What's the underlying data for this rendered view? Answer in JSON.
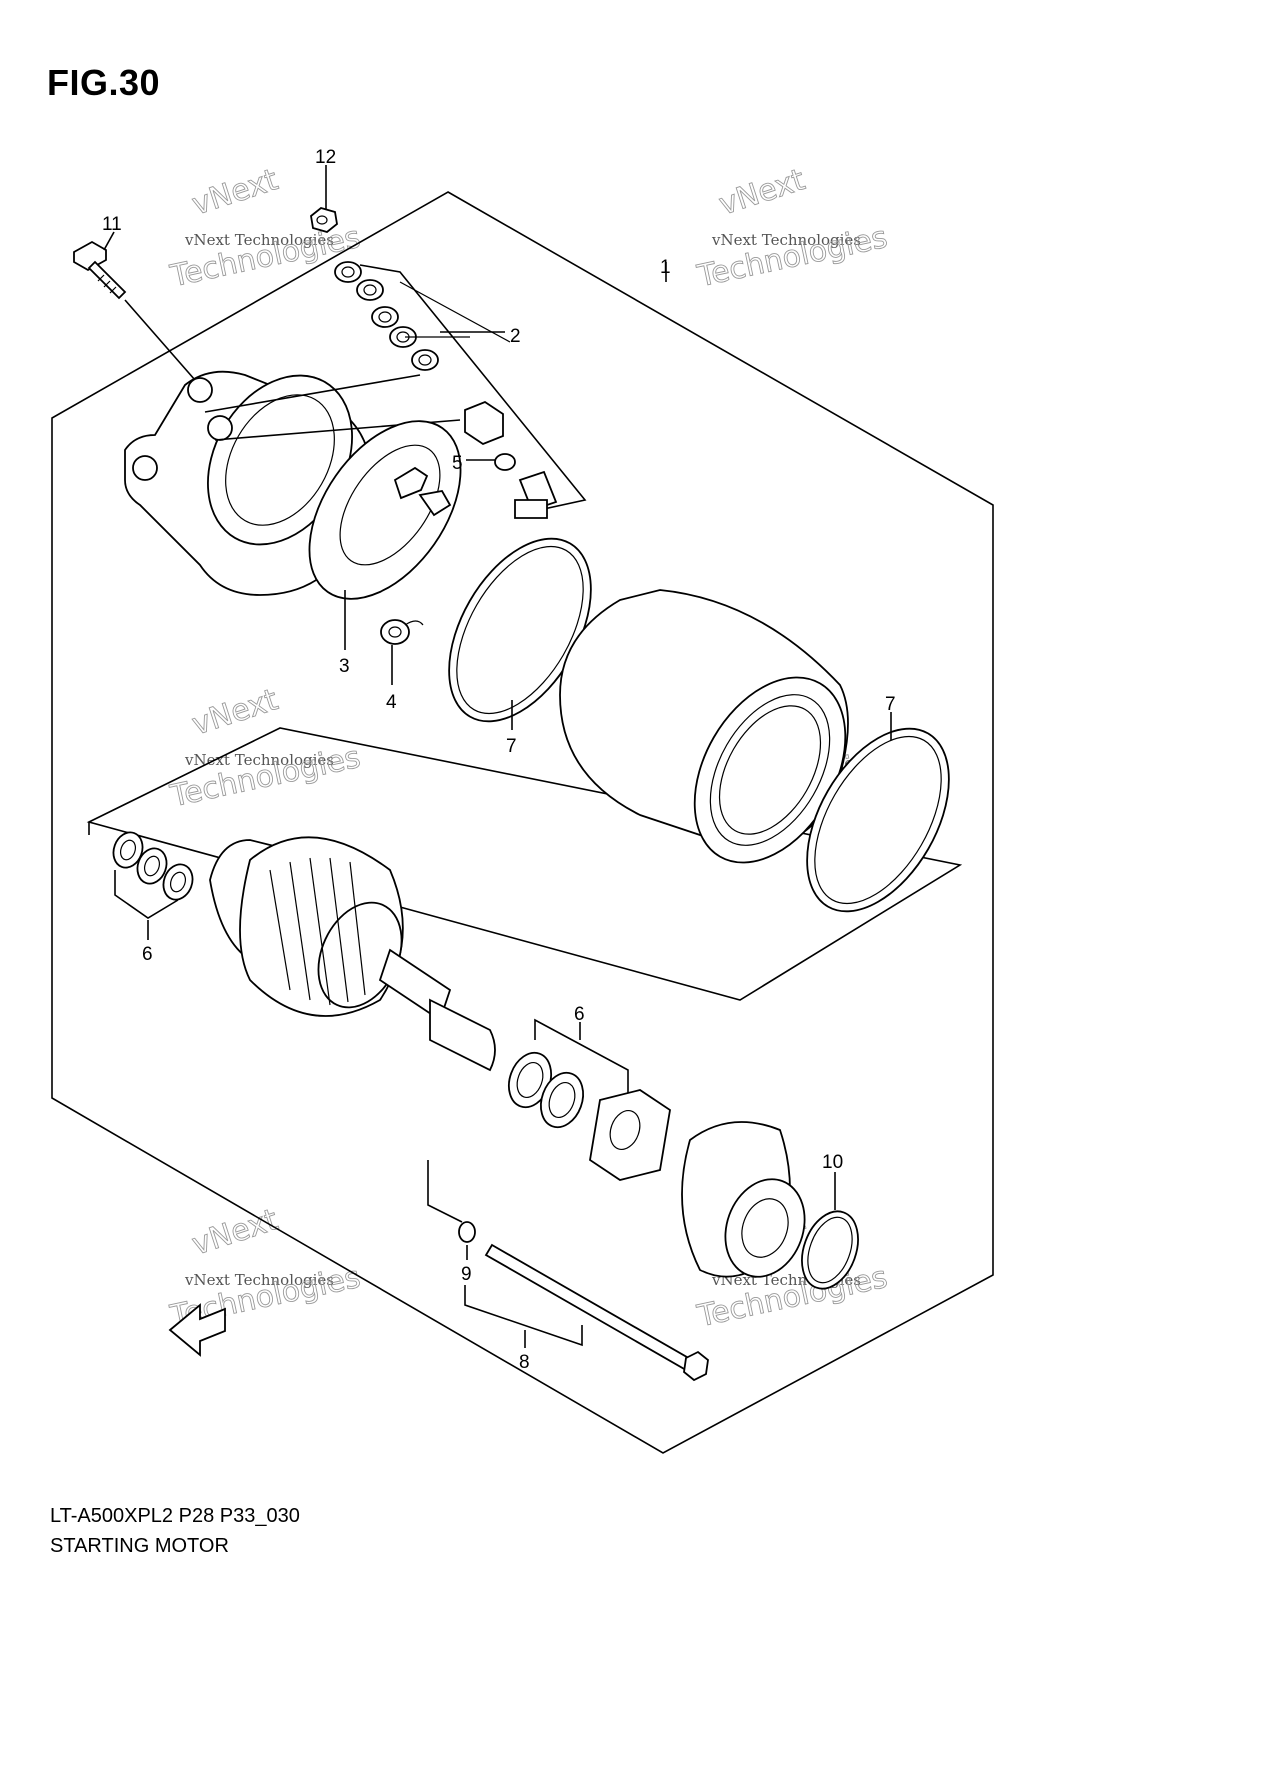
{
  "figure": {
    "title": "FIG.30"
  },
  "caption": {
    "model_code": "LT-A500XPL2 P28 P33_030",
    "part_name": "STARTING MOTOR"
  },
  "callouts": [
    "1",
    "2",
    "3",
    "4",
    "5",
    "6",
    "6",
    "7",
    "7",
    "8",
    "9",
    "10",
    "11",
    "12"
  ],
  "watermark": {
    "line1": "vNext Technologies",
    "line2": "Technologies",
    "line3": "vNext"
  },
  "colors": {
    "line": "#000000",
    "background": "#ffffff",
    "watermark": "#9a9a9a"
  }
}
